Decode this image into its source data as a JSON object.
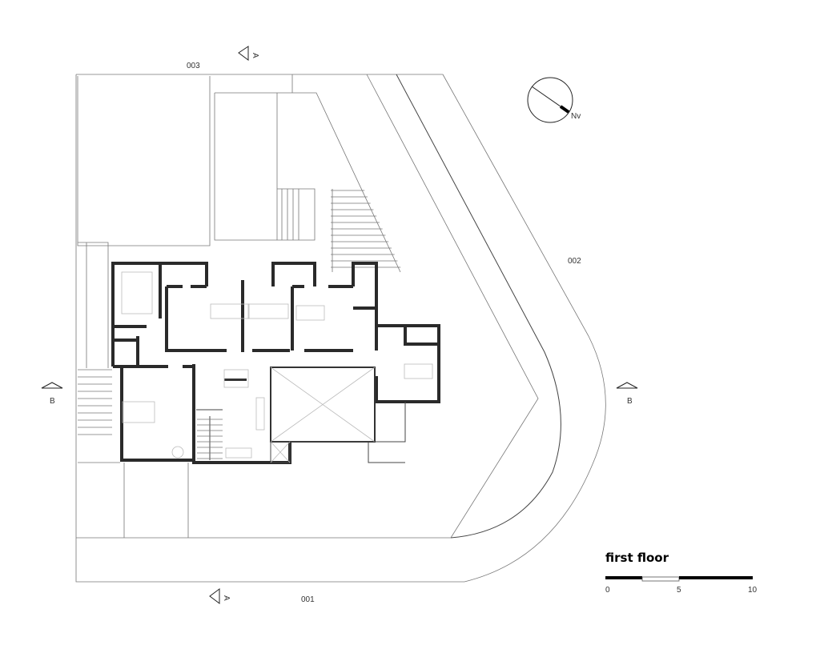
{
  "drawing": {
    "title": "first floor",
    "lot_labels": {
      "top": "003",
      "right": "002",
      "bottom": "001"
    },
    "section_marks": {
      "a_top": "A",
      "a_bottom": "A",
      "b_left": "B",
      "b_right": "B"
    },
    "north_arrow": {
      "label": "Nv"
    },
    "scale_bar": {
      "labels": [
        "0",
        "5",
        "10"
      ]
    }
  }
}
